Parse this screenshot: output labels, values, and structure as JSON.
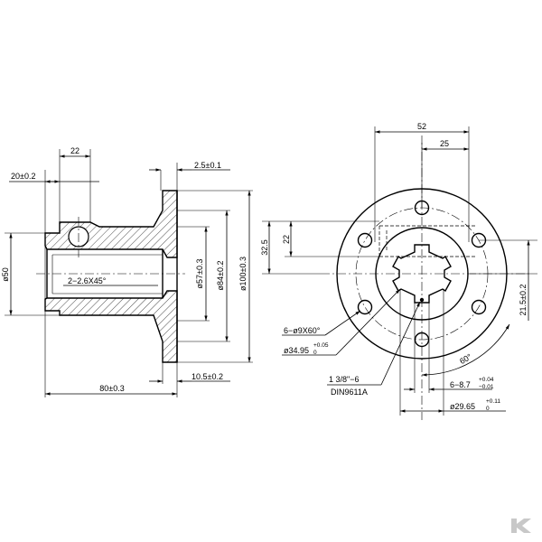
{
  "side_view": {
    "dim_22": "22",
    "dim_20": "20±0.2",
    "dim_2_5": "2.5±0.1",
    "dim_phi50": "ø50",
    "dim_chamfer": "2−2.6X45°",
    "dim_phi57": "ø57±0.3",
    "dim_phi84": "ø84±0.2",
    "dim_phi100": "ø100±0.3",
    "dim_10_5": "10.5±0.2",
    "dim_80": "80±0.3"
  },
  "front_view": {
    "dim_52": "52",
    "dim_25": "25",
    "dim_32_5": "32.5",
    "dim_22": "22",
    "dim_21_5": "21.5±0.2",
    "holes_label": "6−ø9X60°",
    "dim_34_95": "ø34.95",
    "dim_34_95_tol_upper": "+0.05",
    "dim_34_95_tol_lower": "0",
    "dim_60deg": "60°",
    "spline_size": "1 3/8\"−6",
    "spline_standard": "DIN9611A",
    "dim_6_8_7": "6−8.7",
    "dim_6_8_7_tol_upper": "+0.04",
    "dim_6_8_7_tol_lower": "−0.01",
    "dim_29_65": "ø29.65",
    "dim_29_65_tol_upper": "+0.11",
    "dim_29_65_tol_lower": "0"
  },
  "logo": {
    "name": "brand-logo-k",
    "color": "#c8c8c8"
  }
}
